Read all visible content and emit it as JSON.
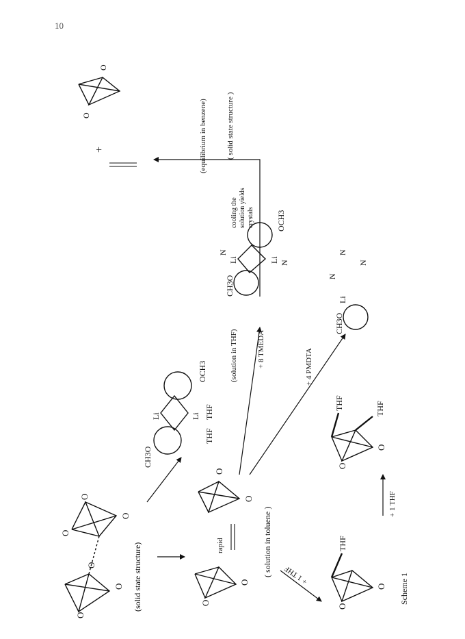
{
  "page": {
    "number": "10"
  },
  "caption": "Scheme 1",
  "labels": {
    "solid_state_dimer": "(solid state structure)",
    "solution_toluene": "( solution in toluene )",
    "rapid": "rapid",
    "plus_1_thf_a": "+ 1 THF",
    "plus_1_thf_b": "+ 1 THF",
    "solution_thf": "(solution in THF)",
    "plus_8_tmeda": "+ 8 TMEDA",
    "plus_4_pmdta": "+ 4 PMDTA",
    "equilibrium_benzene": "(equilibrium in benzene)",
    "solid_state_tmeda": "( solid state structure )",
    "cooling_1": "cooling the",
    "cooling_2": "solution yields",
    "cooling_3": "crystals",
    "plus_sign": "+"
  },
  "atoms": {
    "O": "O",
    "N": "N",
    "Li": "Li",
    "THF": "THF",
    "OCH3": "OCH3",
    "CH3O": "CH3O"
  }
}
